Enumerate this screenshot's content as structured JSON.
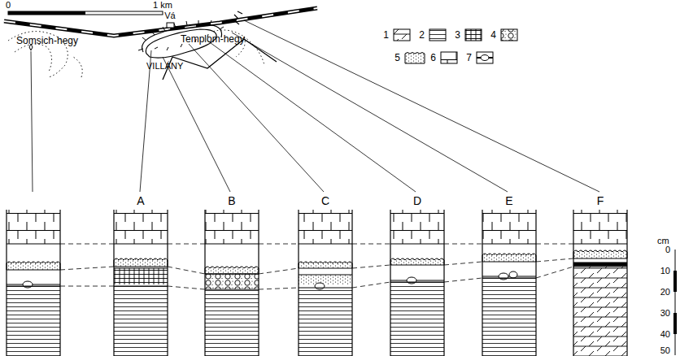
{
  "diagram": {
    "labels": [
      "0",
      "1 km",
      "Vá",
      "Somsich-hegy",
      "Templom-hegy",
      "VILLÁNY",
      "A",
      "B",
      "C",
      "D",
      "E",
      "F",
      "cm",
      "0",
      "10",
      "20",
      "30",
      "40",
      "50"
    ],
    "legend": [
      {
        "text": "1"
      },
      {
        "text": "2"
      },
      {
        "text": "3"
      },
      {
        "text": "4"
      },
      {
        "text": "5"
      },
      {
        "text": "6"
      },
      {
        "text": "7"
      }
    ]
  }
}
